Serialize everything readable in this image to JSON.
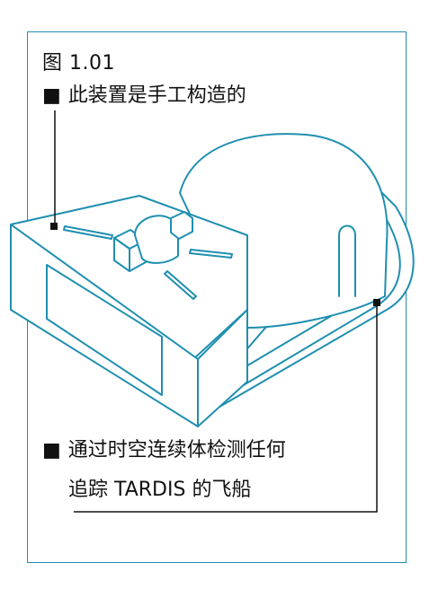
{
  "figure": {
    "label": "图 1.01",
    "marker": "■",
    "callouts": [
      {
        "text": "此装置是手工构造的"
      },
      {
        "text": "通过时空连续体检测任何",
        "text_line2": "追踪 TARDIS 的飞船"
      }
    ]
  },
  "colors": {
    "line": "#1f8fb0",
    "leader": "#111111",
    "background": "#ffffff"
  }
}
